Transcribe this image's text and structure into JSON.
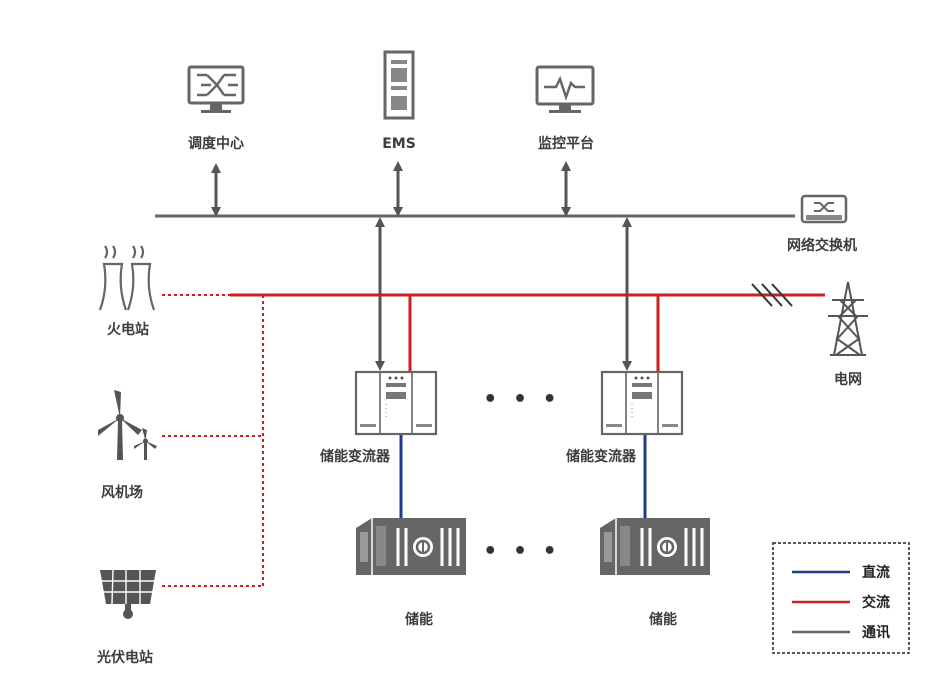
{
  "nodes": {
    "dispatch": "调度中心",
    "ems": "EMS",
    "monitor": "监控平台",
    "switch": "网络交换机",
    "thermal": "火电站",
    "grid": "电网",
    "wind": "风机场",
    "pv": "光伏电站",
    "pcs_1": "储能变流器",
    "pcs_2": "储能变流器",
    "storage_1": "储能",
    "storage_2": "储能"
  },
  "ellipsis": "• • •",
  "legend": {
    "dc": "直流",
    "ac": "交流",
    "comm": "通讯"
  },
  "colors": {
    "dc": "#1f3a8a",
    "ac": "#cc1f1f",
    "comm": "#666666"
  }
}
